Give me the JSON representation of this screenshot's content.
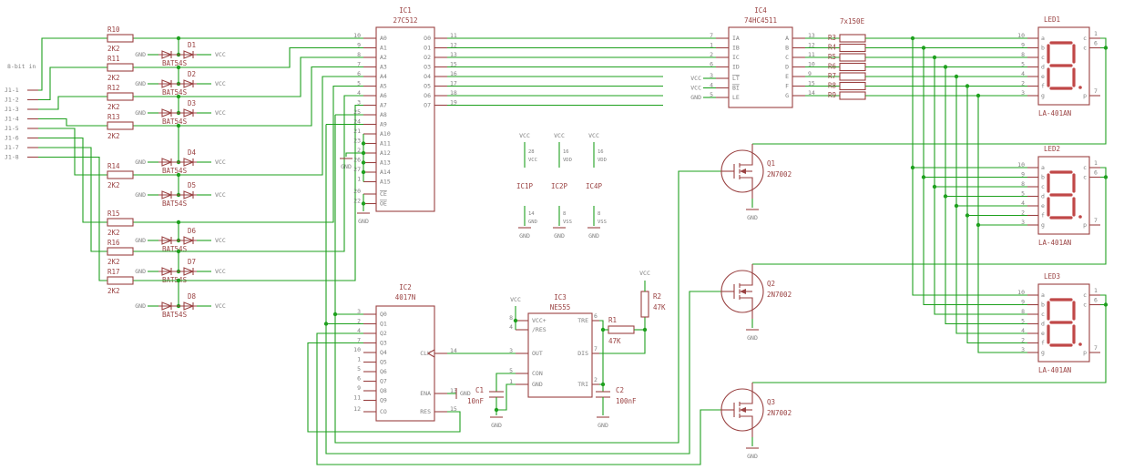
{
  "colors": {
    "background": "#ffffff",
    "wire": "#1ea01e",
    "symbol": "#9a4242",
    "pin_text": "#7f7f7f",
    "digit": "#c04848"
  },
  "supply": {
    "vcc": "VCC",
    "gnd": "GND"
  },
  "connector": {
    "group_label": "8-bit in",
    "pins": [
      "J1-1",
      "J1-2",
      "J1-3",
      "J1-4",
      "J1-5",
      "J1-6",
      "J1-7",
      "J1-8"
    ]
  },
  "input_resistors": [
    {
      "name": "R10",
      "value": "2K2"
    },
    {
      "name": "R11",
      "value": "2K2"
    },
    {
      "name": "R12",
      "value": "2K2"
    },
    {
      "name": "R13",
      "value": "2K2"
    },
    {
      "name": "R14",
      "value": "2K2"
    },
    {
      "name": "R15",
      "value": "2K2"
    },
    {
      "name": "R16",
      "value": "2K2"
    },
    {
      "name": "R17",
      "value": "2K2"
    }
  ],
  "clamp_diodes": [
    {
      "name": "D1",
      "value": "BAT54S"
    },
    {
      "name": "D2",
      "value": "BAT54S"
    },
    {
      "name": "D3",
      "value": "BAT54S"
    },
    {
      "name": "D4",
      "value": "BAT54S"
    },
    {
      "name": "D5",
      "value": "BAT54S"
    },
    {
      "name": "D6",
      "value": "BAT54S"
    },
    {
      "name": "D7",
      "value": "BAT54S"
    },
    {
      "name": "D8",
      "value": "BAT54S"
    }
  ],
  "ic1": {
    "name": "IC1",
    "value": "27C512",
    "left_pins": [
      {
        "n": "10",
        "l": "A0"
      },
      {
        "n": "9",
        "l": "A1"
      },
      {
        "n": "8",
        "l": "A2"
      },
      {
        "n": "7",
        "l": "A3"
      },
      {
        "n": "6",
        "l": "A4"
      },
      {
        "n": "5",
        "l": "A5"
      },
      {
        "n": "4",
        "l": "A6"
      },
      {
        "n": "3",
        "l": "A7"
      },
      {
        "n": "25",
        "l": "A8"
      },
      {
        "n": "24",
        "l": "A9"
      },
      {
        "n": "21",
        "l": "A10"
      },
      {
        "n": "23",
        "l": "A11"
      },
      {
        "n": "2",
        "l": "A12"
      },
      {
        "n": "26",
        "l": "A13"
      },
      {
        "n": "27",
        "l": "A14"
      },
      {
        "n": "1",
        "l": "A15"
      },
      {
        "n": "20",
        "l": "CE"
      },
      {
        "n": "22",
        "l": "OE"
      }
    ],
    "right_pins": [
      {
        "n": "11",
        "l": "O0"
      },
      {
        "n": "12",
        "l": "O1"
      },
      {
        "n": "13",
        "l": "O2"
      },
      {
        "n": "15",
        "l": "O3"
      },
      {
        "n": "16",
        "l": "O4"
      },
      {
        "n": "17",
        "l": "O5"
      },
      {
        "n": "18",
        "l": "O6"
      },
      {
        "n": "19",
        "l": "O7"
      }
    ]
  },
  "ic2": {
    "name": "IC2",
    "value": "4017N",
    "left_pins": [
      {
        "n": "3",
        "l": "Q0"
      },
      {
        "n": "2",
        "l": "Q1"
      },
      {
        "n": "4",
        "l": "Q2"
      },
      {
        "n": "7",
        "l": "Q3"
      },
      {
        "n": "10",
        "l": "Q4"
      },
      {
        "n": "1",
        "l": "Q5"
      },
      {
        "n": "5",
        "l": "Q6"
      },
      {
        "n": "6",
        "l": "Q7"
      },
      {
        "n": "9",
        "l": "Q8"
      },
      {
        "n": "11",
        "l": "Q9"
      },
      {
        "n": "12",
        "l": "CO"
      }
    ],
    "right_pins": [
      {
        "n": "14",
        "l": "CLK"
      },
      {
        "n": "13",
        "l": "ENA"
      },
      {
        "n": "15",
        "l": "RES"
      }
    ]
  },
  "ic3": {
    "name": "IC3",
    "value": "NE555",
    "left_pins": [
      {
        "n": "8",
        "l": "VCC+"
      },
      {
        "n": "4",
        "l": "/RES"
      },
      {
        "n": "3",
        "l": "OUT"
      },
      {
        "n": "5",
        "l": "CON"
      },
      {
        "n": "1",
        "l": "GND"
      }
    ],
    "right_pins": [
      {
        "n": "6",
        "l": "TRE"
      },
      {
        "n": "7",
        "l": "DIS"
      },
      {
        "n": "2",
        "l": "TRI"
      }
    ]
  },
  "ic4": {
    "name": "IC4",
    "value": "74HC4511",
    "left_pins": [
      {
        "n": "7",
        "l": "IA"
      },
      {
        "n": "1",
        "l": "IB"
      },
      {
        "n": "2",
        "l": "IC"
      },
      {
        "n": "6",
        "l": "ID"
      },
      {
        "n": "3",
        "l": "LT"
      },
      {
        "n": "4",
        "l": "BI"
      },
      {
        "n": "5",
        "l": "LE"
      }
    ],
    "supply_labels": [
      "VCC",
      "VCC",
      "GND"
    ],
    "right_pins": [
      {
        "n": "13",
        "l": "A"
      },
      {
        "n": "12",
        "l": "B"
      },
      {
        "n": "11",
        "l": "C"
      },
      {
        "n": "10",
        "l": "D"
      },
      {
        "n": "9",
        "l": "E"
      },
      {
        "n": "15",
        "l": "F"
      },
      {
        "n": "14",
        "l": "G"
      }
    ]
  },
  "rnet": {
    "label": "7x150E",
    "names": [
      "R3",
      "R4",
      "R5",
      "R6",
      "R7",
      "R8",
      "R9"
    ]
  },
  "timer_rc": {
    "r1": {
      "name": "R1",
      "value": "47K"
    },
    "r2": {
      "name": "R2",
      "value": "47K"
    },
    "c1": {
      "name": "C1",
      "value": "10nF"
    },
    "c2": {
      "name": "C2",
      "value": "100nF"
    }
  },
  "power_pins": [
    {
      "name": "IC1P",
      "top_pin": "28",
      "top_pin_name": "VCC",
      "bottom_pin": "14",
      "bottom_pin_name": "GND"
    },
    {
      "name": "IC2P",
      "top_pin": "16",
      "top_pin_name": "VDD",
      "bottom_pin": "8",
      "bottom_pin_name": "VSS"
    },
    {
      "name": "IC4P",
      "top_pin": "16",
      "top_pin_name": "VDD",
      "bottom_pin": "8",
      "bottom_pin_name": "VSS"
    }
  ],
  "mosfets": [
    {
      "name": "Q1",
      "value": "2N7002"
    },
    {
      "name": "Q2",
      "value": "2N7002"
    },
    {
      "name": "Q3",
      "value": "2N7002"
    }
  ],
  "displays": [
    {
      "name": "LED1",
      "value": "LA-401AN"
    },
    {
      "name": "LED2",
      "value": "LA-401AN"
    },
    {
      "name": "LED3",
      "value": "LA-401AN"
    }
  ],
  "display_pins": {
    "left": [
      {
        "n": "10",
        "l": "a"
      },
      {
        "n": "9",
        "l": "b"
      },
      {
        "n": "8",
        "l": "c"
      },
      {
        "n": "5",
        "l": "d"
      },
      {
        "n": "4",
        "l": "e"
      },
      {
        "n": "2",
        "l": "f"
      },
      {
        "n": "3",
        "l": "g"
      }
    ],
    "right": [
      {
        "n": "1",
        "l": "c"
      },
      {
        "n": "6",
        "l": "c"
      }
    ],
    "dp": {
      "n": "7",
      "l": "p"
    }
  }
}
